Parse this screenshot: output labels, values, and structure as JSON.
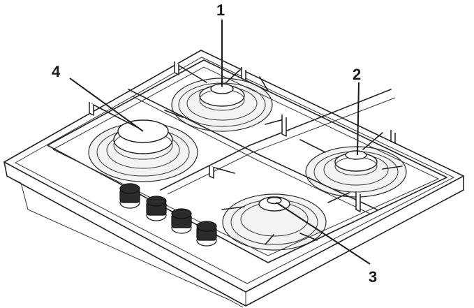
{
  "figure": {
    "labels": [
      {
        "id": "burner-1",
        "text": "1"
      },
      {
        "id": "burner-2",
        "text": "2"
      },
      {
        "id": "burner-3",
        "text": "3"
      },
      {
        "id": "burner-4",
        "text": "4"
      }
    ],
    "knob_count": 4,
    "burner_count": 4
  }
}
